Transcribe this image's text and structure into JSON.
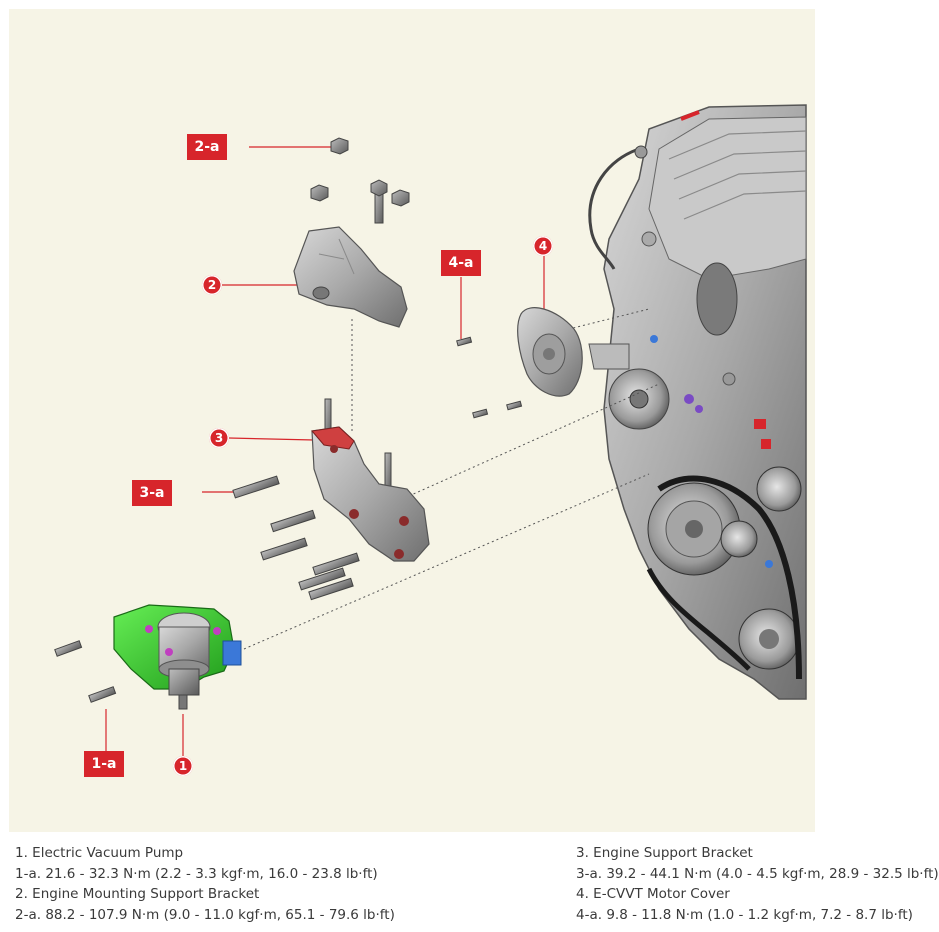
{
  "callouts": {
    "box_2a": "2-a",
    "box_4a": "4-a",
    "box_3a": "3-a",
    "box_1a": "1-a",
    "circle_1": "1",
    "circle_2": "2",
    "circle_3": "3",
    "circle_4": "4"
  },
  "legend": {
    "left": [
      "1. Electric Vacuum Pump",
      "1-a. 21.6 - 32.3 N·m (2.2 - 3.3 kgf·m, 16.0 - 23.8 lb·ft)",
      "2. Engine Mounting Support Bracket",
      "2-a. 88.2 - 107.9 N·m (9.0 - 11.0 kgf·m, 65.1 - 79.6 lb·ft)"
    ],
    "right": [
      "3. Engine Support Bracket",
      "3-a. 39.2 - 44.1 N·m (4.0 - 4.5 kgf·m, 28.9 - 32.5 lb·ft)",
      "4. E-CVVT Motor Cover",
      "4-a. 9.8 - 11.8 N·m (1.0 - 1.2 kgf·m, 7.2 - 8.7 lb·ft)"
    ]
  },
  "colors": {
    "callout_red": "#d7252b",
    "background": "#f6f4e6",
    "pump_green": "#2fc62a"
  }
}
